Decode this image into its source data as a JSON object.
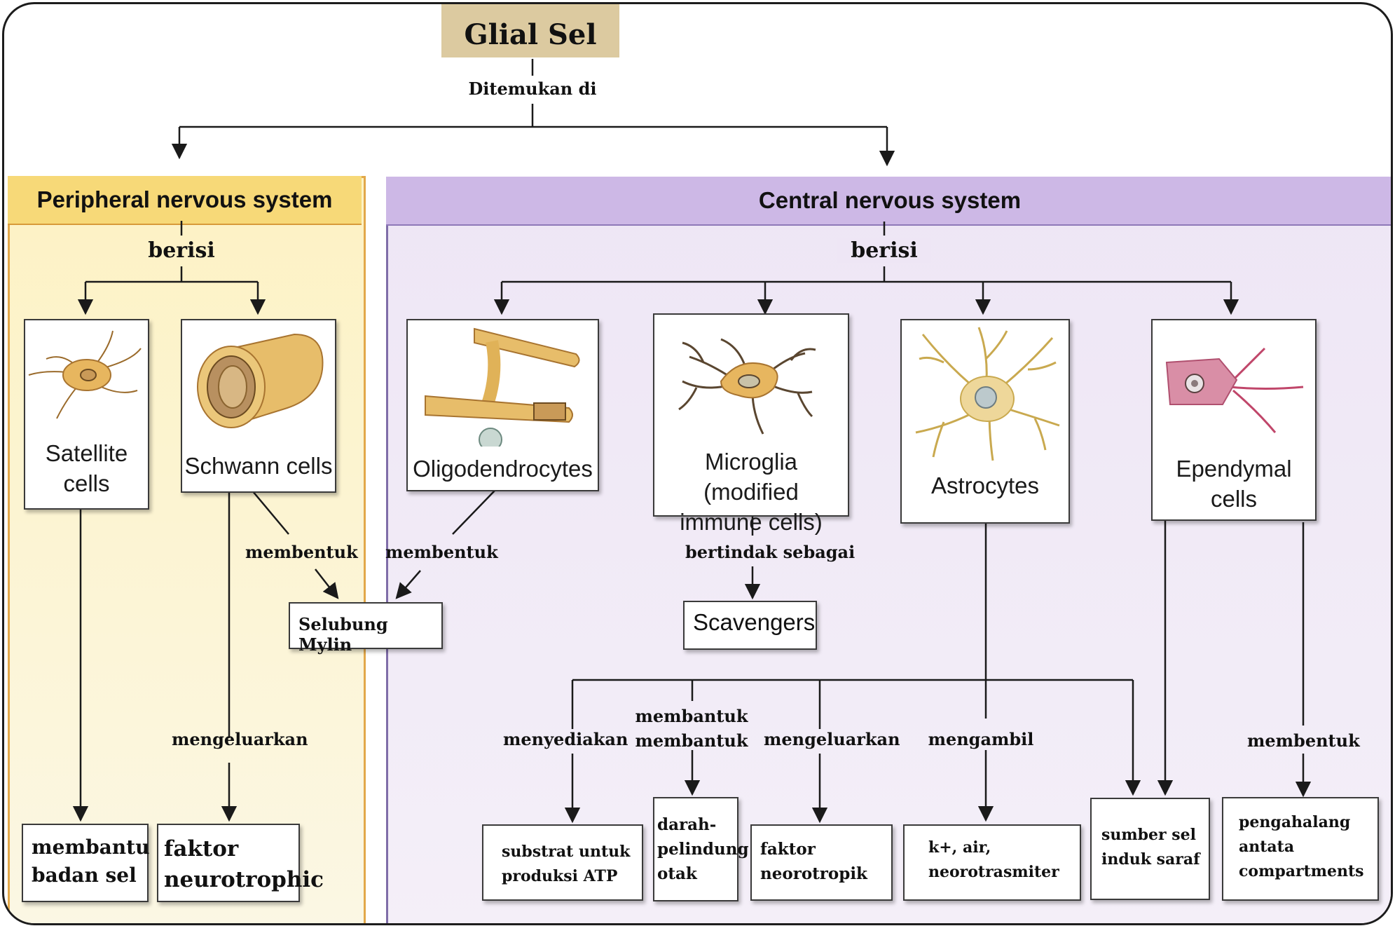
{
  "title": "Glial Sel",
  "found_in_label": "Ditemukan di",
  "pns": {
    "header": "Peripheral nervous system",
    "contains_label": "berisi",
    "cells": [
      {
        "label": "Satellite\ncells",
        "icon": "satellite-cell-icon"
      },
      {
        "label": "Schwann cells",
        "icon": "schwann-cell-icon"
      }
    ],
    "forms_label": "membentuk",
    "secretes_label": "mengeluarkan",
    "function_satellite": "membantu\nbadan sel",
    "function_schwann": "faktor\nneurotrophic"
  },
  "cns": {
    "header": "Central nervous system",
    "contains_label": "berisi",
    "cells": [
      {
        "label": "Oligodendrocytes",
        "icon": "oligodendrocyte-icon"
      },
      {
        "label": "Microglia (modified\nimmune cells)",
        "icon": "microglia-icon"
      },
      {
        "label": "Astrocytes",
        "icon": "astrocyte-icon"
      },
      {
        "label": "Ependymal\ncells",
        "icon": "ependymal-cell-icon"
      }
    ],
    "forms_label": "membentuk",
    "acts_as_label": "bertindak sebagai",
    "scavengers": "Scavengers",
    "astro_labels": {
      "provides": "menyediakan",
      "forms_1": "membantuk",
      "forms_2": "membantuk",
      "secretes": "mengeluarkan",
      "takes": "mengambil"
    },
    "ependymal_forms_label": "membentuk",
    "outputs": {
      "atp": "substrat untuk\nproduksi ATP",
      "bbb": "darah-\npelindung\notak",
      "neurotrophic": "faktor\nneorotropik",
      "uptake": "k+, air,\nneorotrasmiter",
      "stem": "sumber sel\ninduk saraf",
      "barrier": "pengahalang\nantata\ncompartments"
    }
  },
  "myelin": "Selubung Mylin",
  "colors": {
    "pns_header": "#f7d978",
    "pns_panel": "#fdf2c4",
    "cns_header": "#cdb8e6",
    "cns_panel": "#eee6f5",
    "title_box": "#dccaa0",
    "cell_body": "#e7b65f",
    "ependymal_body": "#d98ea6"
  }
}
